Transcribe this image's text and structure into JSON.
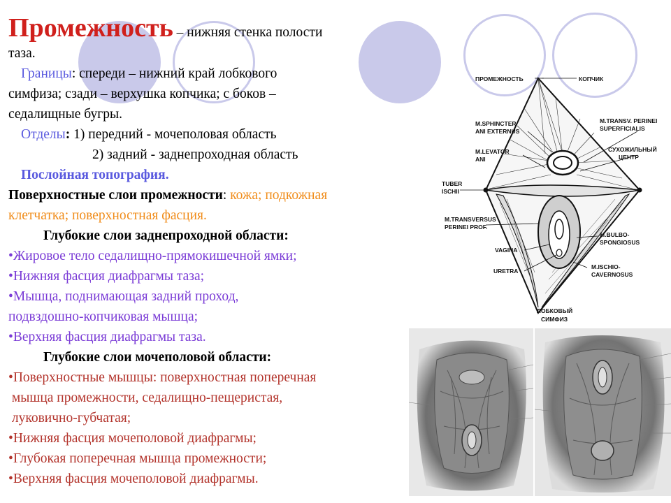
{
  "slide": {
    "title": "Промежность",
    "title_rest_1": " – нижняя стенка полости",
    "title_rest_2": "таза.",
    "borders_label": "Границы",
    "borders_1": ": спереди – нижний край лобкового",
    "borders_2": "симфиза; сзади – верхушка копчика; с боков –",
    "borders_3": "седалищные бугры.",
    "sections_label": "Отделы",
    "sections_colon": ":",
    "sections_1": " 1) передний - мочеполовая область",
    "sections_2": "2) задний - заднепроходная область",
    "layered": "Послойная топография.",
    "superficial_label": "Поверхностные слои промежности",
    "superficial_colon": ":",
    "superficial_1": " кожа; подкожная",
    "superficial_2": "клетчатка; поверхностная фасция.",
    "deep_anal_heading": "Глубокие слои заднепроходной области:",
    "deep_anal": [
      "•Жировое тело седалищно-прямокишечной ямки;",
      "•Нижняя фасция диафрагмы таза;",
      "•Мышца, поднимающая задний проход,",
      "подвздошно-копчиковая мышца;",
      "•Верхняя фасция диафрагмы таза."
    ],
    "deep_uro_heading": "Глубокие слои мочеполовой области:",
    "deep_uro": [
      "•Поверхностные мышцы: поверхностная поперечная",
      " мышца промежности, седалищно-пещеристая,",
      " луковично-губчатая;",
      "•Нижняя фасция мочеполовой диафрагмы;",
      "•Глубокая поперечная мышца промежности;",
      "•Верхняя фасция мочеполовой диафрагмы."
    ]
  },
  "diagram_labels": {
    "promezhnost": "ПРОМЕЖНОСТЬ",
    "kopchik": "КОПЧИК",
    "sphincter_1": "M.SPHINCTER",
    "sphincter_2": "ANI EXTERNUS",
    "transv_sup_1": "M.TRANSV. PERINEI",
    "transv_sup_2": "SUPERFICIALIS",
    "levator_1": "M.LEVATOR",
    "levator_2": "ANI",
    "center_1": "СУХОЖИЛЬНЫЙ",
    "center_2": "ЦЕНТР",
    "tuber_1": "TUBER",
    "tuber_2": "ISCHII",
    "transv_prof_1": "M.TRANSVERSUS",
    "transv_prof_2": "PERINEI PROF.",
    "bulbo_1": "M.BULBO-",
    "bulbo_2": "SPONGIOSUS",
    "vagina": "VAGINA",
    "ischio_1": "M.ISCHIO-",
    "ischio_2": "CAVERNOSUS",
    "uretra": "URETRA",
    "symphysis_1": "ЛОБКОВЫЙ",
    "symphysis_2": "СИМФИЗ"
  },
  "colors": {
    "title": "#d0201c",
    "blue": "#5a5adf",
    "orange": "#f08c1a",
    "purple": "#7a3bd6",
    "brown": "#b3342c",
    "circle": "#c9c9ea"
  }
}
